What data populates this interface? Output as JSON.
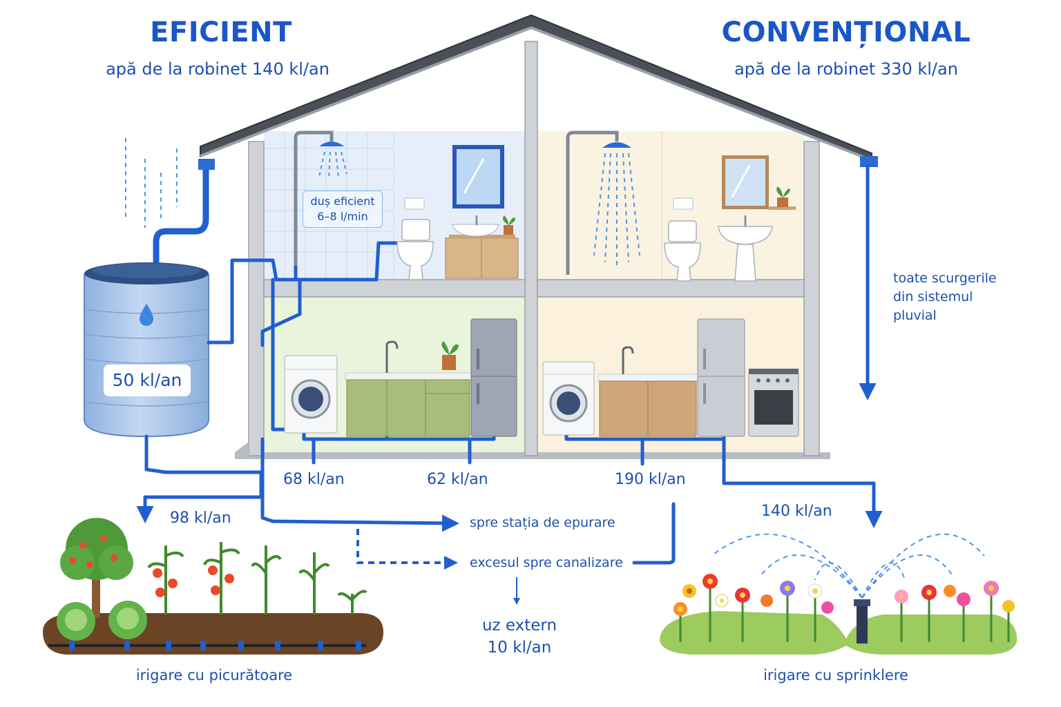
{
  "efficient": {
    "title": "EFICIENT",
    "subtitle": "apă de la robinet 140 kl/an",
    "shower_note": {
      "line1": "duș eficient",
      "line2": "6–8 l/min"
    },
    "tank_value": "50 kl/an",
    "flow_washer": "68 kl/an",
    "flow_kitchen": "62 kl/an",
    "flow_irrigation": "98 kl/an",
    "irrigation_label": "irigare cu picurătoare"
  },
  "conventional": {
    "title": "CONVENȚIONAL",
    "subtitle": "apă de la robinet 330 kl/an",
    "stormwater_note": {
      "line1": "toate scurgerile",
      "line2": "din sistemul",
      "line3": "pluvial"
    },
    "flow_total": "190 kl/an",
    "flow_sprinkler": "140 kl/an",
    "irrigation_label": "irigare cu sprinklere"
  },
  "destinations": {
    "treatment_plant": "spre stația de epurare",
    "sewer_excess": "excesul spre canalizare",
    "external_use": {
      "line1": "uz extern",
      "line2": "10 kl/an"
    }
  },
  "colors": {
    "pipe": "#1f5fd0",
    "title": "#1a56c8",
    "roof": "#4a4f58",
    "efficient_room": "#e4eefa",
    "conventional_room": "#fbf3e1",
    "efficient_kitchen": "#eaf3dc"
  },
  "icons": [
    "rain-icon",
    "water-drop-icon",
    "shower-icon",
    "toilet-icon",
    "sink-icon",
    "mirror-icon",
    "washing-machine-icon",
    "fridge-icon",
    "stove-icon",
    "plant-icon",
    "tree-icon",
    "flower-icon",
    "sprinkler-icon"
  ]
}
